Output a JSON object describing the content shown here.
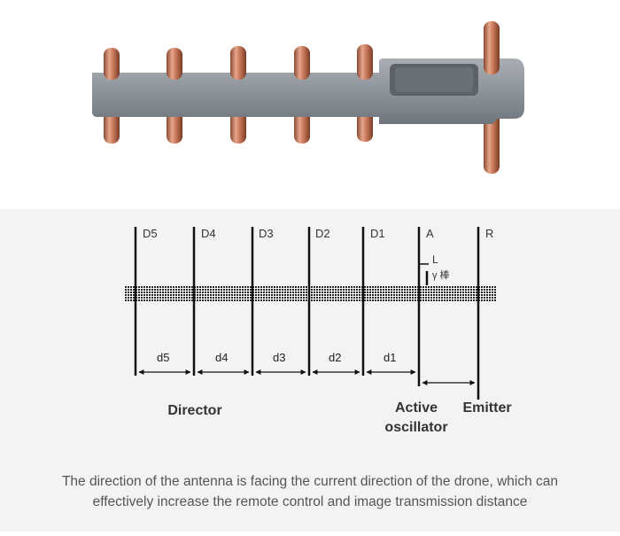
{
  "elements": [
    {
      "id": "d5",
      "label": "D5"
    },
    {
      "id": "d4",
      "label": "D4"
    },
    {
      "id": "d3",
      "label": "D3"
    },
    {
      "id": "d2",
      "label": "D2"
    },
    {
      "id": "d1",
      "label": "D1"
    },
    {
      "id": "a",
      "label": "A"
    },
    {
      "id": "r",
      "label": "R"
    }
  ],
  "spacings": [
    {
      "id": "d5",
      "label": "d5"
    },
    {
      "id": "d4",
      "label": "d4"
    },
    {
      "id": "d3",
      "label": "d3"
    },
    {
      "id": "d2",
      "label": "d2"
    },
    {
      "id": "d1",
      "label": "d1"
    }
  ],
  "annotation": {
    "length": "L",
    "rod": "γ 棒"
  },
  "groups": {
    "director": "Director",
    "active_line1": "Active",
    "active_line2": "oscillator",
    "emitter": "Emitter"
  },
  "caption_line1": "The direction of the antenna is facing the current direction of the drone, which can",
  "caption_line2": "effectively increase the remote control and image transmission distance",
  "colors": {
    "copper": "#c8785a",
    "housing": "#8e949b",
    "line": "#111111",
    "panel": "#f3f3f3"
  }
}
